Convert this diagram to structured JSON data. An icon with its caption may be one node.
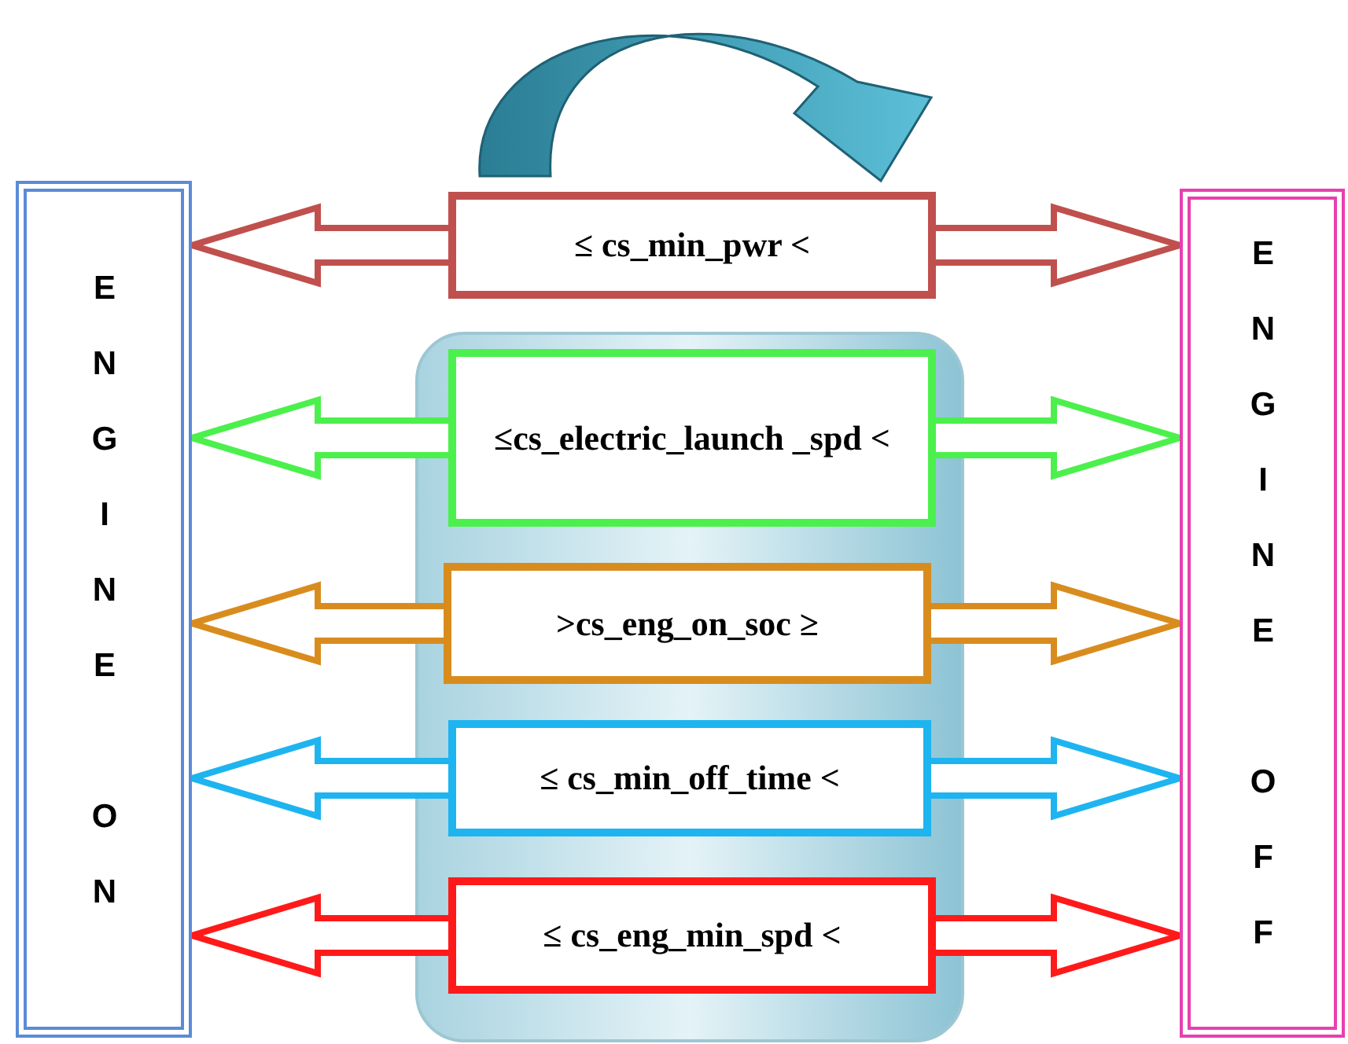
{
  "diagram": {
    "nodes": [
      {
        "text": [
          "ENGINE ON"
        ]
      },
      {
        "text": [
          "ENGINE OFF"
        ]
      },
      {
        "text": [
          "≤ cs_min_pwr <"
        ]
      },
      {
        "text": [
          "≤cs_electric_launch _spd <"
        ]
      },
      {
        "text": [
          ">cs_eng_on_soc ≥"
        ]
      },
      {
        "text": [
          "≤ cs_min_off_time <"
        ]
      },
      {
        "text": [
          "≤ cs_eng_min_spd <"
        ]
      }
    ],
    "edges": [
      {
        "from": 2,
        "to": 0,
        "arrow": "to",
        "color": "#c0504d"
      },
      {
        "from": 2,
        "to": 1,
        "arrow": "to",
        "color": "#c0504d"
      },
      {
        "from": 3,
        "to": 0,
        "arrow": "to",
        "color": "#4cf04c"
      },
      {
        "from": 3,
        "to": 1,
        "arrow": "to",
        "color": "#4cf04c"
      },
      {
        "from": 4,
        "to": 0,
        "arrow": "to",
        "color": "#d98c1e"
      },
      {
        "from": 4,
        "to": 1,
        "arrow": "to",
        "color": "#d98c1e"
      },
      {
        "from": 5,
        "to": 0,
        "arrow": "to",
        "color": "#1eb4f0"
      },
      {
        "from": 5,
        "to": 1,
        "arrow": "to",
        "color": "#1eb4f0"
      },
      {
        "from": 6,
        "to": 0,
        "arrow": "to",
        "color": "#ff1a1a"
      },
      {
        "from": 6,
        "to": 1,
        "arrow": "to",
        "color": "#ff1a1a"
      }
    ]
  }
}
